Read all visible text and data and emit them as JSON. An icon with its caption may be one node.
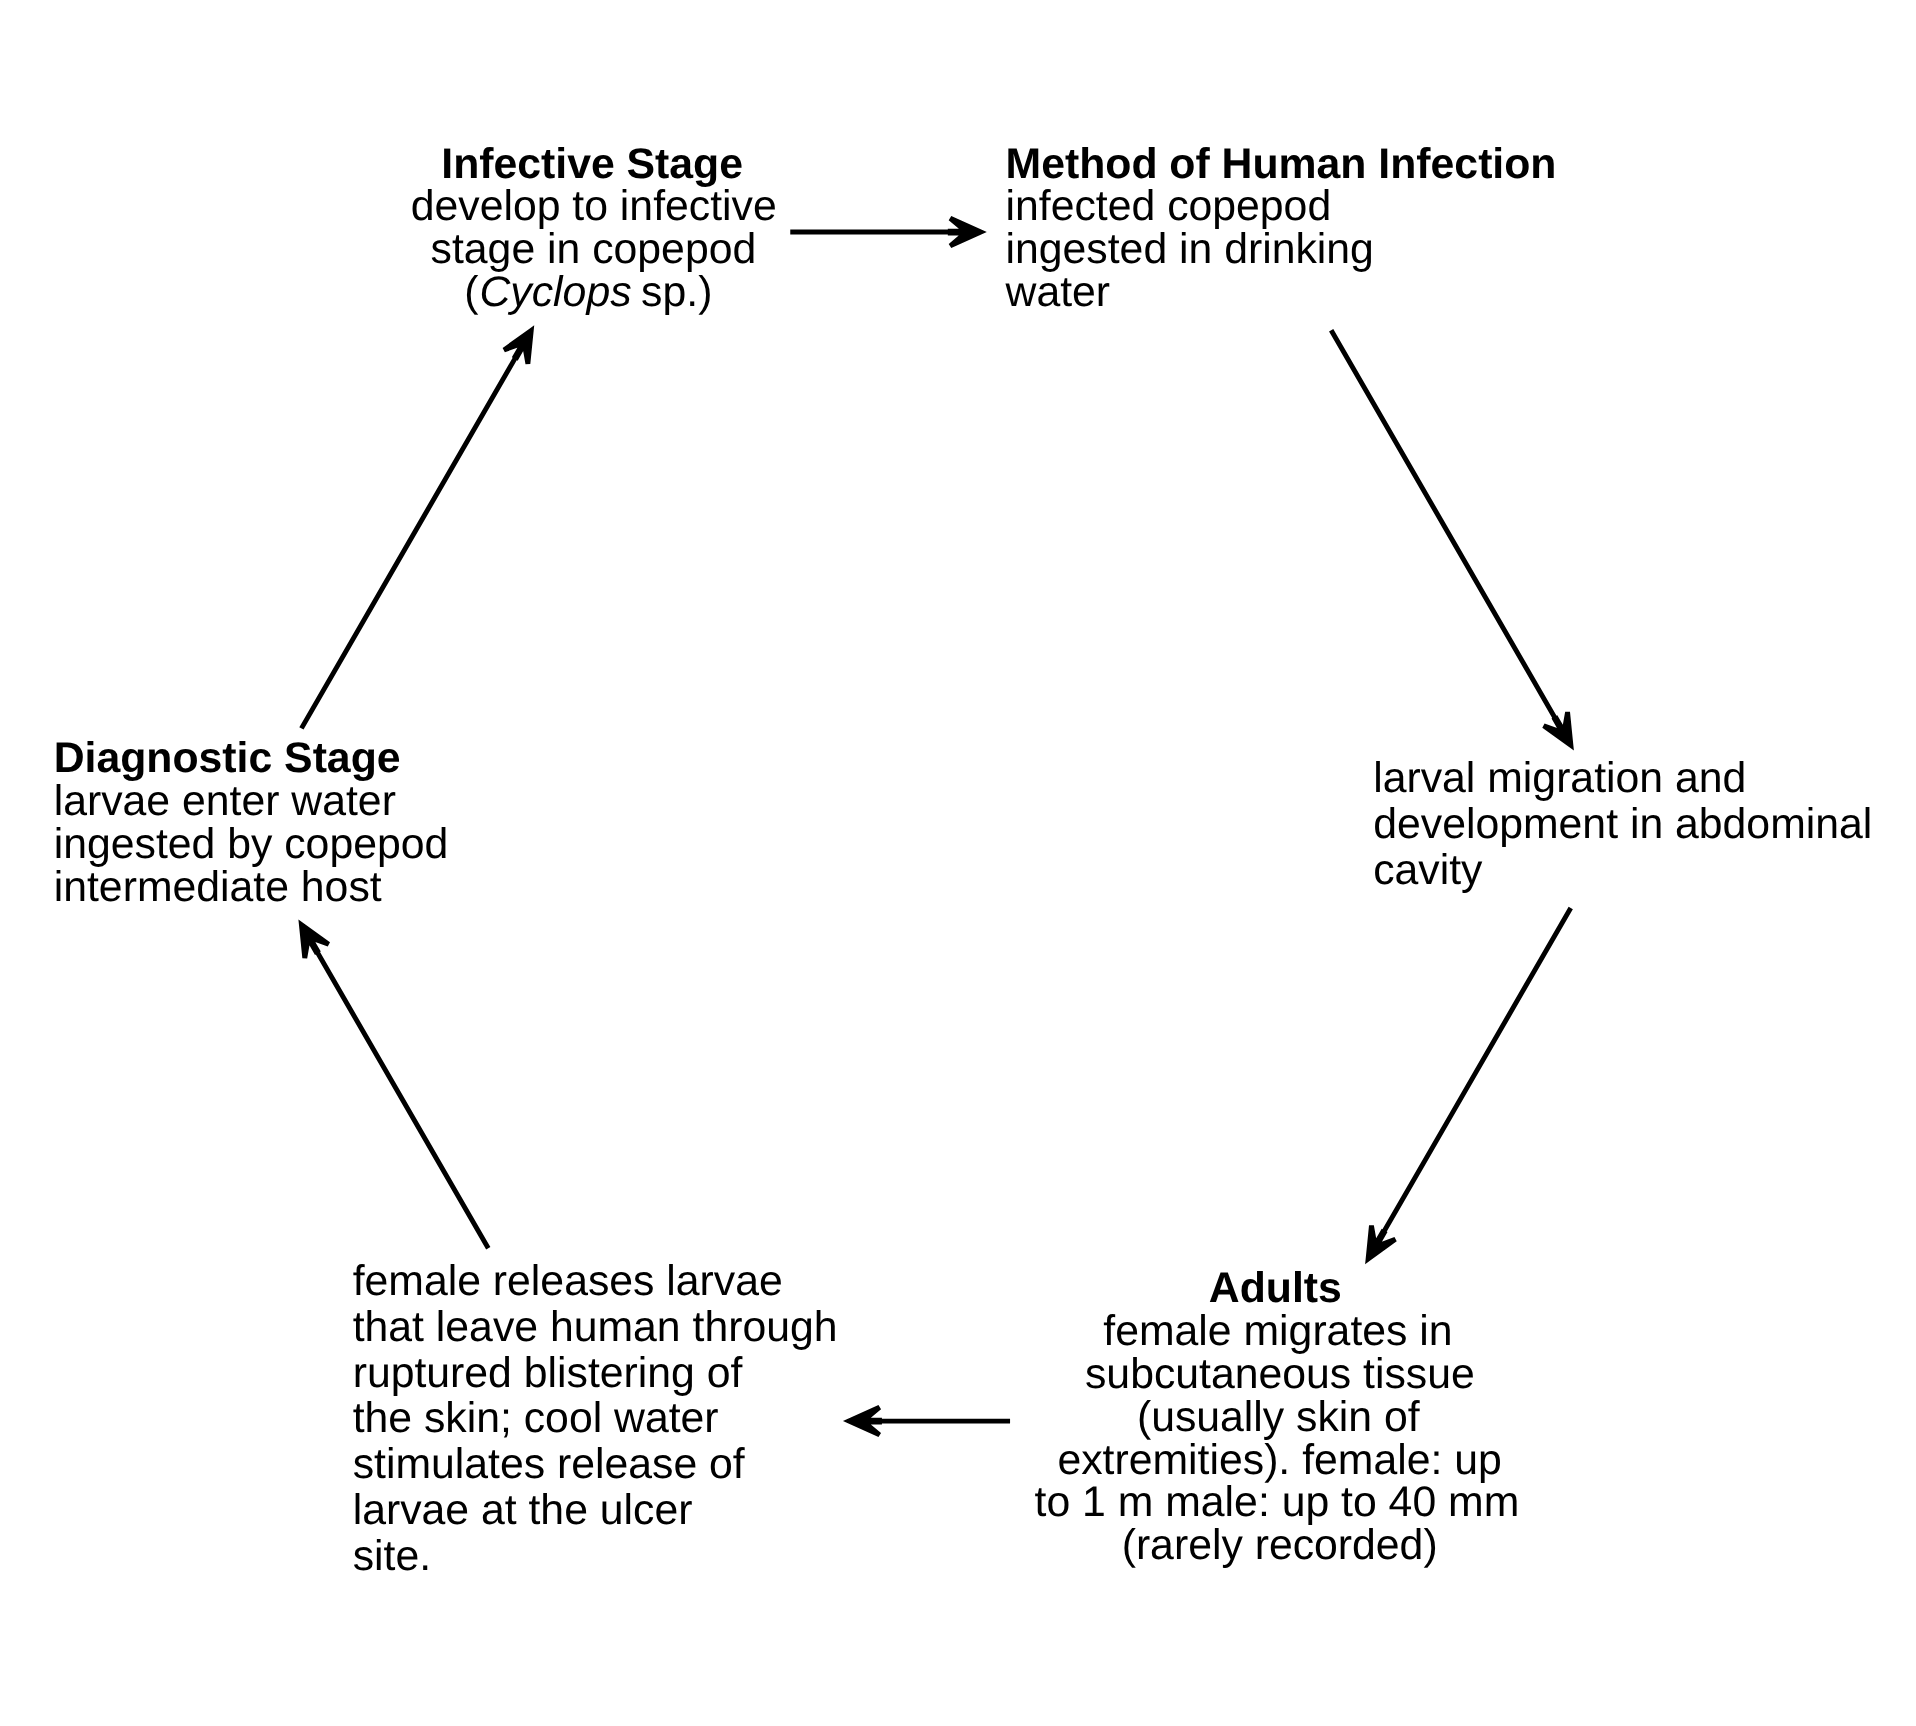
{
  "diagram": {
    "nodes": [
      {
        "text": [
          "Adults",
          "female migrates in subcutaneous tissue (usually skin of extremities). female: up to 1 m male: up to 40 mm (rarely recorded)"
        ]
      },
      {
        "text": [
          "female releases larvae that leave human through ruptured blistering of the skin; cool water stimulates release of larvae at the ulcer site."
        ]
      },
      {
        "text": [
          "Diagnostic Stage",
          "larvae enter water ingested by copepod intermediate host"
        ]
      },
      {
        "text": [
          "Infective Stage",
          "develop to infective stage in copepod (*Cyclops* sp.)"
        ]
      },
      {
        "text": [
          "Method of Human Infection",
          "infected copepod ingested in drinking water"
        ]
      },
      {
        "text": [
          "larval migration and development in abdominal cavity"
        ]
      }
    ],
    "edges": [
      {
        "from": 0,
        "to": 1,
        "arrow": "to"
      },
      {
        "from": 1,
        "to": 2,
        "arrow": "to"
      },
      {
        "from": 2,
        "to": 3,
        "arrow": "to"
      },
      {
        "from": 3,
        "to": 4,
        "arrow": "to"
      },
      {
        "from": 4,
        "to": 5,
        "arrow": "to"
      },
      {
        "from": 5,
        "to": 0,
        "arrow": "to"
      }
    ]
  }
}
